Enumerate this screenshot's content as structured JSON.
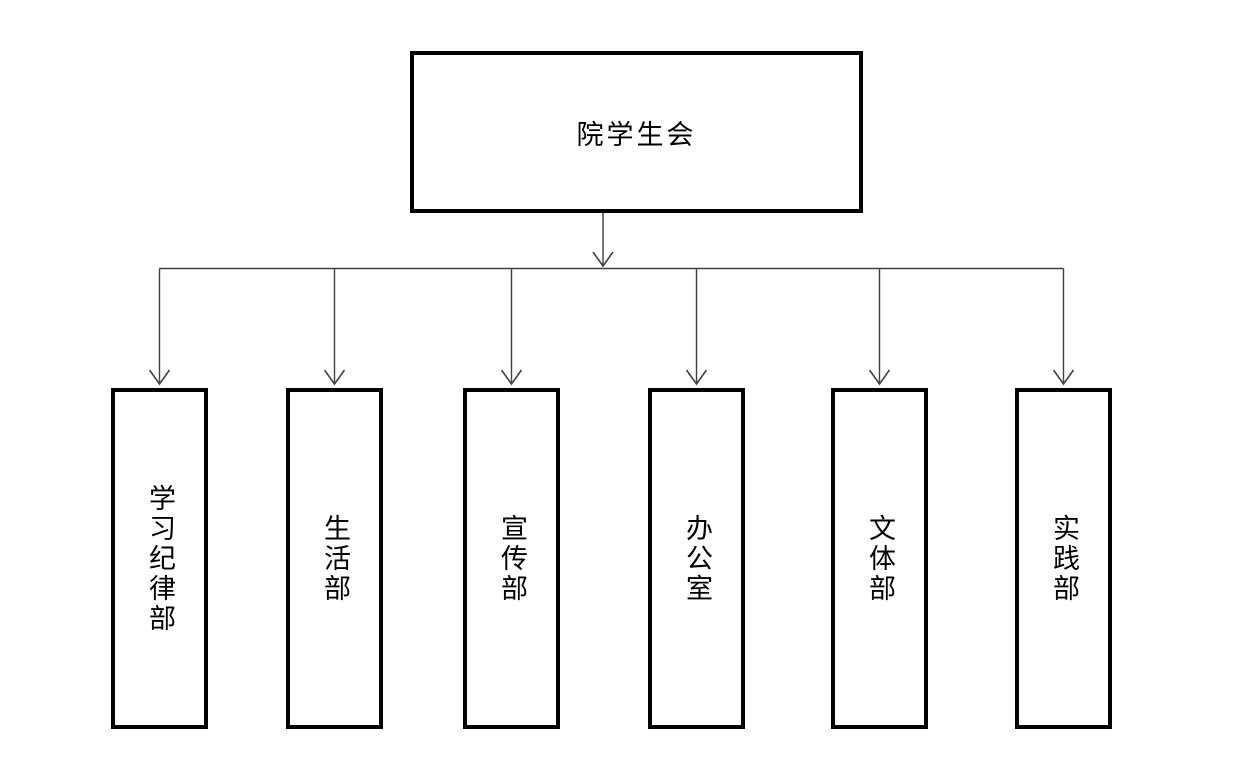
{
  "diagram": {
    "root": {
      "label": "院学生会"
    },
    "children": [
      {
        "label": "学习纪律部"
      },
      {
        "label": "生活部"
      },
      {
        "label": "宣传部"
      },
      {
        "label": "办公室"
      },
      {
        "label": "文体部"
      },
      {
        "label": "实践部"
      }
    ],
    "colors": {
      "background": "#ffffff",
      "box_border": "#000000",
      "connector": "#404040",
      "text": "#000000"
    }
  }
}
